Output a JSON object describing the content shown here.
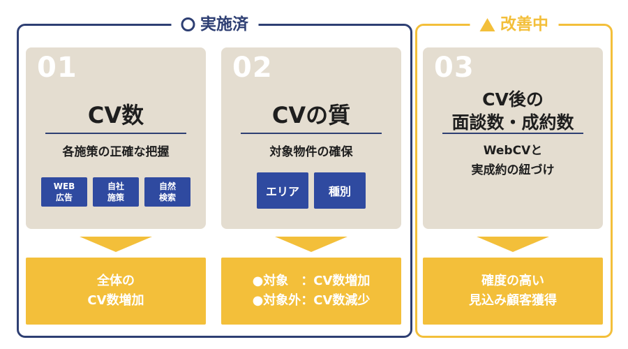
{
  "groups": {
    "done": {
      "label": "実施済",
      "icon": "circle-icon",
      "color": "#2e3f73"
    },
    "improving": {
      "label": "改善中",
      "icon": "triangle-icon",
      "color": "#f3bf3a"
    }
  },
  "cards": [
    {
      "number": "01",
      "title": "CV数",
      "description": "各施策の正確な把握",
      "tags": [
        "WEB\n広告",
        "自社\n施策",
        "自然\n検索"
      ],
      "result": [
        "全体の",
        "CV数増加"
      ]
    },
    {
      "number": "02",
      "title": "CVの質",
      "description": "対象物件の確保",
      "tags": [
        "エリア",
        "種別"
      ],
      "result": [
        "●対象　：CV数増加",
        "●対象外：CV数減少"
      ]
    },
    {
      "number": "03",
      "title": [
        "CV後の",
        "面談数・成約数"
      ],
      "description": [
        "WebCVと",
        "実成約の紐づけ"
      ],
      "result": [
        "確度の高い",
        "見込み顧客獲得"
      ]
    }
  ],
  "colors": {
    "navy": "#2e3f73",
    "tag_blue": "#2f4aa0",
    "yellow": "#f3bf3a",
    "card_beige": "#e4ddd0"
  }
}
